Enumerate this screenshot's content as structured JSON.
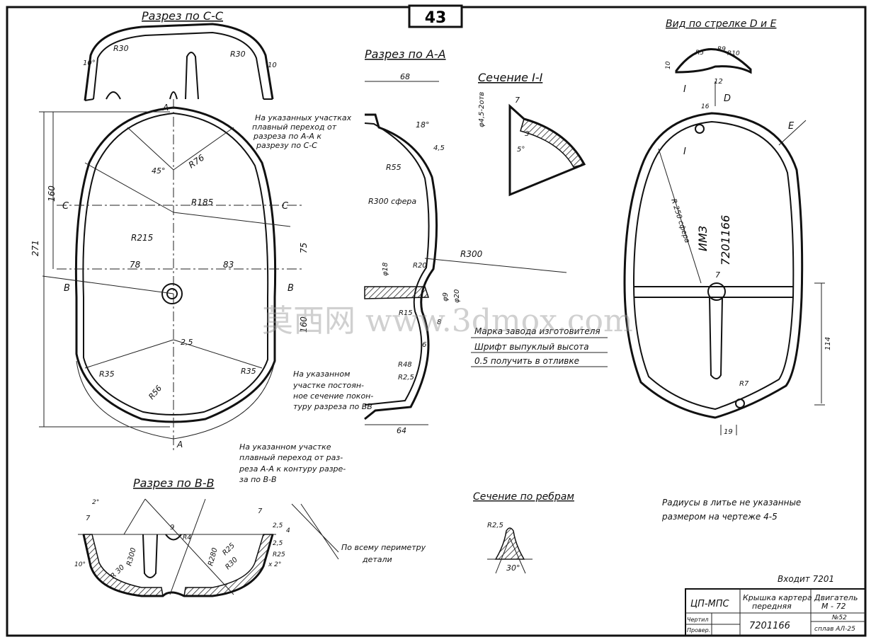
{
  "page_number": "43",
  "sections": {
    "cc": "Разрез по С-С",
    "aa": "Разрез по А-А",
    "i_i": "Сечение I-I",
    "view_de": "Вид по стрелке D и E",
    "bb": "Разрез по В-В",
    "ribs": "Сечение по ребрам"
  },
  "notes": {
    "top_line1": "На указанных участках",
    "top_line2": "плавный переход от",
    "top_line3": "разреза по А-А к",
    "top_line4": "разрезу по С-С",
    "mid_line1": "На указанном",
    "mid_line2": "участке постоян-",
    "mid_line3": "ное сечение покон-",
    "mid_line4": "туру разреза по ВВ",
    "bot_line1": "На указанном участке",
    "bot_line2": "плавный переход от раз-",
    "bot_line3": "реза А-А к контуру разре-",
    "bot_line4": "за по В-В",
    "mark_line1": "Марка завода изготовителя",
    "mark_line2": "Шрифт выпуклый высота",
    "mark_line3": "0.5 получить в отливке",
    "perimeter_line1": "По всему периметру",
    "perimeter_line2": "детали",
    "radii_line1": "Радиусы в литье не указанные",
    "radii_line2": "размером на чертеже 4-5",
    "part_number_stamp": "7201166",
    "factory_stamp": "ИМЗ"
  },
  "dims": {
    "r30": "R30",
    "r30b": "R30",
    "ang10": "10°",
    "d10": "10",
    "d271": "271",
    "d160": "160",
    "d75": "75",
    "d160b": "160",
    "d78": "78",
    "d83": "83",
    "d25": "2,5",
    "r76": "R76",
    "r185": "R185",
    "r215": "R215",
    "a45": "45°",
    "r35a": "R35",
    "r35b": "R35",
    "r56": "R56",
    "c_left": "С",
    "c_right": "С",
    "b_left": "В",
    "b_right": "В",
    "a_top": "А",
    "a_bottom": "А",
    "d68": "68",
    "a18": "18°",
    "d45": "4,5",
    "r55": "R55",
    "r300s": "R300 сфера",
    "r300": "R300",
    "r20": "R20",
    "phi18": "φ18",
    "phi9": "φ9",
    "phi20": "φ20",
    "r15": "R15",
    "d8": "8",
    "d6": "6",
    "r48": "R48",
    "r25": "R2,5",
    "d64": "64",
    "d7": "7",
    "phi45": "φ4,5-2отв",
    "d3": "3",
    "a5": "5°",
    "r5": "R5",
    "r9": "R9",
    "r10": "R10",
    "d10b": "10",
    "d12": "12",
    "d16": "16",
    "i_mark": "I",
    "i_mark2": "I",
    "d_mark": "D",
    "e_mark": "E",
    "r250": "R 250 сфера",
    "d7b": "7",
    "d114": "114",
    "r7": "R7",
    "d19": "19",
    "bb_2": "2°",
    "bb_7": "7",
    "bb_9": "9",
    "bb_r4": "R4",
    "bb_r300": "R300",
    "bb_r280": "R280",
    "bb_r30": "R 30",
    "bb_r25": "R25",
    "bb_r30b": "R30",
    "bb_7b": "7",
    "bb_25": "2,5",
    "bb_25b": "2,5",
    "bb_r25b": "R25",
    "bb_4": "4",
    "bb_x2": "x 2°",
    "bb_10": "10°",
    "rib_r25": "R2,5",
    "rib_30": "30°"
  },
  "title_block": {
    "included": "Входит 7201",
    "org": "ЦП-МПС",
    "part_name_line1": "Крышка картера",
    "part_name_line2": "передняя",
    "engine_line1": "Двигатель",
    "engine_line2": "М - 72",
    "drawn": "Чертил",
    "checked": "Провер.",
    "drawing_no": "7201166",
    "material_no": "№52",
    "alloy": "сплав АЛ-25"
  },
  "watermark": "莫西网 www.3dmox.com"
}
